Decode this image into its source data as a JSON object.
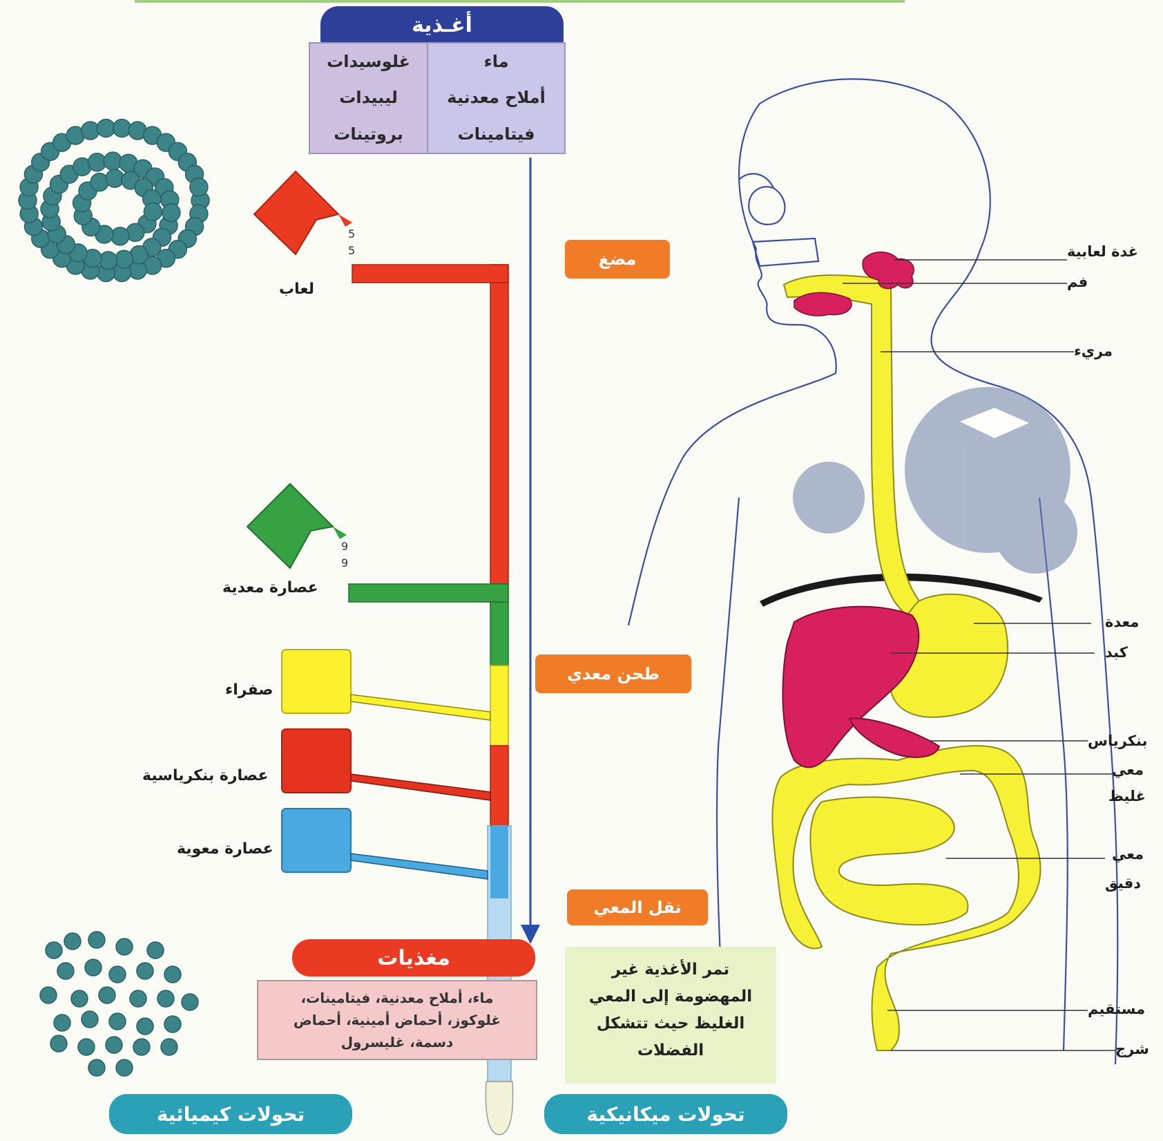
{
  "foods": {
    "title": "أغـذية",
    "col_right": [
      "ماء",
      "أملاح معدنية",
      "فيتامينات"
    ],
    "col_left": [
      "غلوسيدات",
      "ليبيدات",
      "بروتينات"
    ]
  },
  "secretions": {
    "saliva": "لعاب",
    "gastric": "عصارة معدية",
    "bile": "صفراء",
    "pancreatic": "عصارة بنكرياسية",
    "intestinal": "عصارة معوية"
  },
  "mechanical_steps": {
    "chewing": "مضغ",
    "gastric_grinding": "طحن معدي",
    "intestinal_transport": "نقل المعي"
  },
  "nutrients": {
    "title": "مغذيات",
    "text_lines": [
      "ماء، أملاح معدنية، فيتامينات،",
      "غلوكوز، أحماض أمينية، أحماض",
      "دسمة، غليسرول"
    ]
  },
  "info": {
    "text_lines": [
      "تمر الأغذية غير",
      "المهضومة إلى المعي",
      "الغليظ حيث تتشكل",
      "الفضلات"
    ]
  },
  "footer": {
    "chemical": "تحولات كيميائية",
    "mechanical": "تحولات ميكانيكية"
  },
  "organs": {
    "salivary_gland": "غدة لعابية",
    "mouth": "فم",
    "esophagus": "مريء",
    "stomach": "معدة",
    "liver": "كبد",
    "pancreas": "بنكرياس",
    "large_intestine": [
      "معي",
      "غليظ"
    ],
    "small_intestine": [
      "معي",
      "دقيق"
    ],
    "rectum": "مستقيم",
    "anus": "شرج"
  },
  "colors": {
    "saliva": "#ea3b22",
    "gastric": "#36a244",
    "bile": "#fbf12c",
    "pancreatic": "#e5331f",
    "intestinal": "#4aa9e0",
    "digestive_tract": "#f7f136",
    "liver": "#d8205e",
    "molecule": "#3d8489"
  }
}
